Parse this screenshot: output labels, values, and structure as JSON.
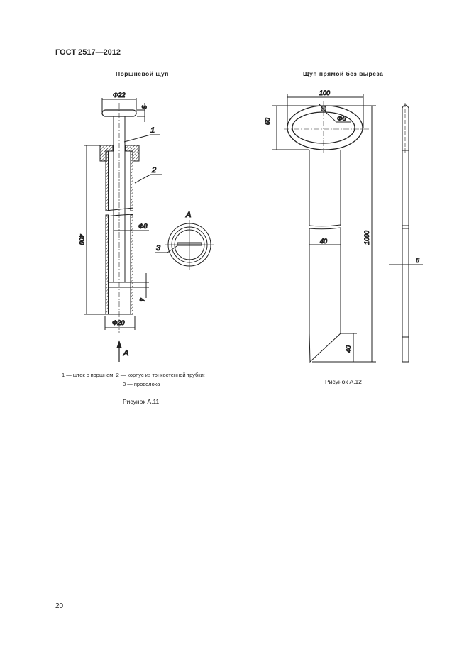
{
  "header": "ГОСТ 2517—2012",
  "figure_11": {
    "title": "Поршневой щуп",
    "dims": {
      "head_dia": "Φ22",
      "head_thk": "3",
      "length": "400",
      "rod_dia": "Φ8",
      "piston": "4",
      "tube_dia": "Φ20"
    },
    "labels": {
      "rod": "1",
      "tube": "2",
      "wire": "3",
      "view": "A",
      "view_arrow": "A"
    },
    "legend_line1": "1 — шток с поршнем; 2 — корпус из тонкостенной трубки;",
    "legend_line2": "3 — проволока",
    "caption": "Рисунок А.11"
  },
  "figure_12": {
    "title": "Щуп прямой без выреза",
    "dims": {
      "ring_width": "100",
      "ring_height": "60",
      "hole_dia": "Φ6",
      "length": "1000",
      "rod_width": "40",
      "tip_length": "40",
      "thickness": "6"
    },
    "caption": "Рисунок А.12"
  },
  "page_number": "20"
}
